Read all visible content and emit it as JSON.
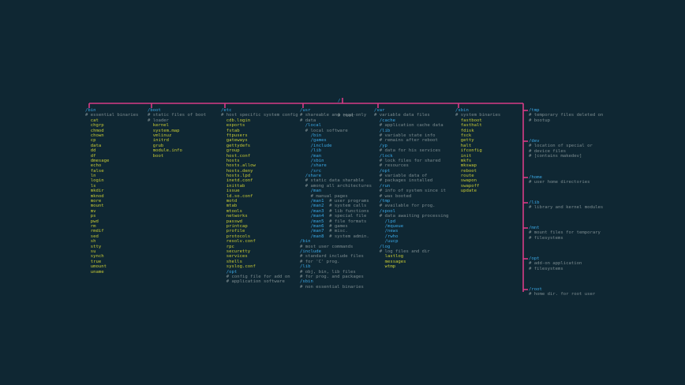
{
  "root": {
    "name": "/",
    "comment": "# root"
  },
  "colors": {
    "background": "#0f2733",
    "line": "#d63c86",
    "dir": "#3aa6e3",
    "comment": "#7b8b8f",
    "file": "#c6c934"
  },
  "columns": [
    {
      "id": "bin",
      "lines": [
        {
          "t": "dir",
          "v": "/bin"
        },
        {
          "t": "com",
          "v": "# essential binaries"
        },
        {
          "t": "file",
          "v": "cat",
          "i": 2
        },
        {
          "t": "file",
          "v": "chgrp",
          "i": 2
        },
        {
          "t": "file",
          "v": "chmod",
          "i": 2
        },
        {
          "t": "file",
          "v": "chown",
          "i": 2
        },
        {
          "t": "file",
          "v": "cp",
          "i": 2
        },
        {
          "t": "file",
          "v": "data",
          "i": 2
        },
        {
          "t": "file",
          "v": "dd",
          "i": 2
        },
        {
          "t": "file",
          "v": "df",
          "i": 2
        },
        {
          "t": "file",
          "v": "dmesage",
          "i": 2
        },
        {
          "t": "file",
          "v": "echo",
          "i": 2
        },
        {
          "t": "file",
          "v": "false",
          "i": 2
        },
        {
          "t": "file",
          "v": "ln",
          "i": 2
        },
        {
          "t": "file",
          "v": "login",
          "i": 2
        },
        {
          "t": "file",
          "v": "ls",
          "i": 2
        },
        {
          "t": "file",
          "v": "mkdir",
          "i": 2
        },
        {
          "t": "file",
          "v": "mknod",
          "i": 2
        },
        {
          "t": "file",
          "v": "more",
          "i": 2
        },
        {
          "t": "file",
          "v": "mount",
          "i": 2
        },
        {
          "t": "file",
          "v": "mv",
          "i": 2
        },
        {
          "t": "file",
          "v": "ps",
          "i": 2
        },
        {
          "t": "file",
          "v": "pwd",
          "i": 2
        },
        {
          "t": "file",
          "v": "rm",
          "i": 2
        },
        {
          "t": "file",
          "v": "rmdif",
          "i": 2
        },
        {
          "t": "file",
          "v": "sed",
          "i": 2
        },
        {
          "t": "file",
          "v": "sh",
          "i": 2
        },
        {
          "t": "file",
          "v": "stty",
          "i": 2
        },
        {
          "t": "file",
          "v": "su",
          "i": 2
        },
        {
          "t": "file",
          "v": "synch",
          "i": 2
        },
        {
          "t": "file",
          "v": "true",
          "i": 2
        },
        {
          "t": "file",
          "v": "umount",
          "i": 2
        },
        {
          "t": "file",
          "v": "uname",
          "i": 2
        }
      ]
    },
    {
      "id": "boot",
      "lines": [
        {
          "t": "dir",
          "v": "/boot"
        },
        {
          "t": "com",
          "v": "# static files of boot"
        },
        {
          "t": "com",
          "v": "# loader"
        },
        {
          "t": "file",
          "v": "kernel",
          "i": 2
        },
        {
          "t": "file",
          "v": "system.map",
          "i": 2
        },
        {
          "t": "file",
          "v": "vmlinuz",
          "i": 2
        },
        {
          "t": "file",
          "v": "initrd",
          "i": 2
        },
        {
          "t": "file",
          "v": "grub",
          "i": 2
        },
        {
          "t": "file",
          "v": "module.info",
          "i": 2
        },
        {
          "t": "file",
          "v": "boot",
          "i": 2
        }
      ]
    },
    {
      "id": "etc",
      "lines": [
        {
          "t": "dir",
          "v": "/etc"
        },
        {
          "t": "com",
          "v": "# host specific system config"
        },
        {
          "t": "file",
          "v": "cdb.login",
          "i": 2
        },
        {
          "t": "file",
          "v": "exports",
          "i": 2
        },
        {
          "t": "file",
          "v": "fstab",
          "i": 2
        },
        {
          "t": "file",
          "v": "ftpusers",
          "i": 2
        },
        {
          "t": "file",
          "v": "gateways",
          "i": 2
        },
        {
          "t": "file",
          "v": "gettydefs",
          "i": 2
        },
        {
          "t": "file",
          "v": "group",
          "i": 2
        },
        {
          "t": "file",
          "v": "host.conf",
          "i": 2
        },
        {
          "t": "file",
          "v": "hosts",
          "i": 2
        },
        {
          "t": "file",
          "v": "hosts.allow",
          "i": 2
        },
        {
          "t": "file",
          "v": "hosts.deny",
          "i": 2
        },
        {
          "t": "file",
          "v": "hosts.lpd",
          "i": 2
        },
        {
          "t": "file",
          "v": "inetd.conf",
          "i": 2
        },
        {
          "t": "file",
          "v": "inittab",
          "i": 2
        },
        {
          "t": "file",
          "v": "issue",
          "i": 2
        },
        {
          "t": "file",
          "v": "ld.so.conf",
          "i": 2
        },
        {
          "t": "file",
          "v": "motd",
          "i": 2
        },
        {
          "t": "file",
          "v": "mtab",
          "i": 2
        },
        {
          "t": "file",
          "v": "mtools",
          "i": 2
        },
        {
          "t": "file",
          "v": "networks",
          "i": 2
        },
        {
          "t": "file",
          "v": "passwd",
          "i": 2
        },
        {
          "t": "file",
          "v": "printcap",
          "i": 2
        },
        {
          "t": "file",
          "v": "profile",
          "i": 2
        },
        {
          "t": "file",
          "v": "protocols",
          "i": 2
        },
        {
          "t": "file",
          "v": "resolv.conf",
          "i": 2
        },
        {
          "t": "file",
          "v": "rpc",
          "i": 2
        },
        {
          "t": "file",
          "v": "securetty",
          "i": 2
        },
        {
          "t": "file",
          "v": "services",
          "i": 2
        },
        {
          "t": "file",
          "v": "shells",
          "i": 2
        },
        {
          "t": "file",
          "v": "syslog.conf",
          "i": 2
        },
        {
          "t": "dir",
          "v": "/opt",
          "i": 2
        },
        {
          "t": "com",
          "v": "# config file for add on",
          "i": 2
        },
        {
          "t": "com",
          "v": "# application software",
          "i": 2
        }
      ]
    },
    {
      "id": "usr",
      "lines": [
        {
          "t": "dir",
          "v": "/usr"
        },
        {
          "t": "com",
          "v": "# shareable and read-only"
        },
        {
          "t": "com",
          "v": "# data"
        },
        {
          "t": "dir",
          "v": "/local",
          "i": 2
        },
        {
          "t": "com",
          "v": "# local software",
          "i": 2
        },
        {
          "t": "dir",
          "v": "/bin",
          "i": 4
        },
        {
          "t": "dir",
          "v": "/games",
          "i": 4
        },
        {
          "t": "dir",
          "v": "/include",
          "i": 4
        },
        {
          "t": "dir",
          "v": "/lib",
          "i": 4
        },
        {
          "t": "dir",
          "v": "/man",
          "i": 4
        },
        {
          "t": "dir",
          "v": "/sbin",
          "i": 4
        },
        {
          "t": "dir",
          "v": "/share",
          "i": 4
        },
        {
          "t": "dir",
          "v": "/src",
          "i": 4
        },
        {
          "t": "dir",
          "v": "/share",
          "i": 2
        },
        {
          "t": "com",
          "v": "# static data sharable",
          "i": 2
        },
        {
          "t": "com",
          "v": "# among all architectures",
          "i": 2
        },
        {
          "t": "dir",
          "v": "/man",
          "i": 4
        },
        {
          "t": "com",
          "v": "# manual pages",
          "i": 4
        },
        {
          "t": "mix",
          "v": "/man1",
          "c": "# user programs",
          "i": 4
        },
        {
          "t": "mix",
          "v": "/man2",
          "c": "# system calls",
          "i": 4
        },
        {
          "t": "mix",
          "v": "/man3",
          "c": "# lib functions",
          "i": 4
        },
        {
          "t": "mix",
          "v": "/man4",
          "c": "# special file",
          "i": 4
        },
        {
          "t": "mix",
          "v": "/man5",
          "c": "# file formats",
          "i": 4
        },
        {
          "t": "mix",
          "v": "/man6",
          "c": "# games",
          "i": 4
        },
        {
          "t": "mix",
          "v": "/man7",
          "c": "# misc.",
          "i": 4
        },
        {
          "t": "mix",
          "v": "/man8",
          "c": "# system admin.",
          "i": 4
        },
        {
          "t": "dir",
          "v": "/bin"
        },
        {
          "t": "com",
          "v": "# most user commands"
        },
        {
          "t": "dir",
          "v": "/include"
        },
        {
          "t": "com",
          "v": "# standard include files"
        },
        {
          "t": "com",
          "v": "# for 'C' prog."
        },
        {
          "t": "dir",
          "v": "/lib"
        },
        {
          "t": "com",
          "v": "# obj, bin, lib files"
        },
        {
          "t": "com",
          "v": "# for prog. and packages"
        },
        {
          "t": "dir",
          "v": "/sbin"
        },
        {
          "t": "com",
          "v": "# non essential binaries"
        }
      ]
    },
    {
      "id": "var",
      "lines": [
        {
          "t": "dir",
          "v": "/var"
        },
        {
          "t": "com",
          "v": "# variable data files"
        },
        {
          "t": "dir",
          "v": "/cache",
          "i": 2
        },
        {
          "t": "com",
          "v": "# application cache data",
          "i": 2
        },
        {
          "t": "dir",
          "v": "/lib",
          "i": 2
        },
        {
          "t": "com",
          "v": "# variable state info",
          "i": 2
        },
        {
          "t": "com",
          "v": "# remains after reboot",
          "i": 2
        },
        {
          "t": "dir",
          "v": "/yp",
          "i": 2
        },
        {
          "t": "com",
          "v": "# data for his services",
          "i": 2
        },
        {
          "t": "dir",
          "v": "/lock",
          "i": 2
        },
        {
          "t": "com",
          "v": "# lock files for shared",
          "i": 2
        },
        {
          "t": "com",
          "v": "# resources",
          "i": 2
        },
        {
          "t": "dir",
          "v": "/opt",
          "i": 2
        },
        {
          "t": "com",
          "v": "# variable data of",
          "i": 2
        },
        {
          "t": "com",
          "v": "# packages installed",
          "i": 2
        },
        {
          "t": "dir",
          "v": "/run",
          "i": 2
        },
        {
          "t": "com",
          "v": "# info of system since it",
          "i": 2
        },
        {
          "t": "com",
          "v": "# was booted",
          "i": 2
        },
        {
          "t": "dir",
          "v": "/tmp",
          "i": 2
        },
        {
          "t": "com",
          "v": "# available for prog.",
          "i": 2
        },
        {
          "t": "dir",
          "v": "/spool",
          "i": 2
        },
        {
          "t": "com",
          "v": "# data awaiting processing",
          "i": 2
        },
        {
          "t": "dir",
          "v": "/lpd",
          "i": 4
        },
        {
          "t": "dir",
          "v": "/mqueue",
          "i": 4
        },
        {
          "t": "dir",
          "v": "/news",
          "i": 4
        },
        {
          "t": "dir",
          "v": "/rwho",
          "i": 4
        },
        {
          "t": "dir",
          "v": "/uucp",
          "i": 4
        },
        {
          "t": "dir",
          "v": "/log",
          "i": 2
        },
        {
          "t": "com",
          "v": "# log files and dir",
          "i": 2
        },
        {
          "t": "file",
          "v": "lastlog",
          "i": 4
        },
        {
          "t": "file",
          "v": "messages",
          "i": 4
        },
        {
          "t": "file",
          "v": "wtmp",
          "i": 4
        }
      ]
    },
    {
      "id": "sbin",
      "lines": [
        {
          "t": "dir",
          "v": "/sbin"
        },
        {
          "t": "com",
          "v": "# system binaries"
        },
        {
          "t": "file",
          "v": "fastboot",
          "i": 2
        },
        {
          "t": "file",
          "v": "fasthalt",
          "i": 2
        },
        {
          "t": "file",
          "v": "fdisk",
          "i": 2
        },
        {
          "t": "file",
          "v": "fsck",
          "i": 2
        },
        {
          "t": "file",
          "v": "getty",
          "i": 2
        },
        {
          "t": "file",
          "v": "halt",
          "i": 2
        },
        {
          "t": "file",
          "v": "ifconfig",
          "i": 2
        },
        {
          "t": "file",
          "v": "init",
          "i": 2
        },
        {
          "t": "file",
          "v": "mkfs",
          "i": 2
        },
        {
          "t": "file",
          "v": "mkswap",
          "i": 2
        },
        {
          "t": "file",
          "v": "reboot",
          "i": 2
        },
        {
          "t": "file",
          "v": "route",
          "i": 2
        },
        {
          "t": "file",
          "v": "swapon",
          "i": 2
        },
        {
          "t": "file",
          "v": "swapoff",
          "i": 2
        },
        {
          "t": "file",
          "v": "update",
          "i": 2
        }
      ]
    }
  ],
  "side": [
    {
      "dir": "/tmp",
      "comments": [
        "# temporary files deleted on",
        "# bootup"
      ]
    },
    {
      "dir": "/dev",
      "comments": [
        "# location of special or",
        "# device files",
        "# [contains makedev]"
      ]
    },
    {
      "dir": "/home",
      "comments": [
        "# user home directories"
      ]
    },
    {
      "dir": "/lib",
      "comments": [
        "# library and kernel modules"
      ]
    },
    {
      "dir": "/mnt",
      "comments": [
        "# mount files for temporary",
        "# filesystems"
      ]
    },
    {
      "dir": "/opt",
      "comments": [
        "# add-on application",
        "# filesystems"
      ]
    },
    {
      "dir": "/root",
      "comments": [
        "# home dir. for root user"
      ]
    }
  ]
}
